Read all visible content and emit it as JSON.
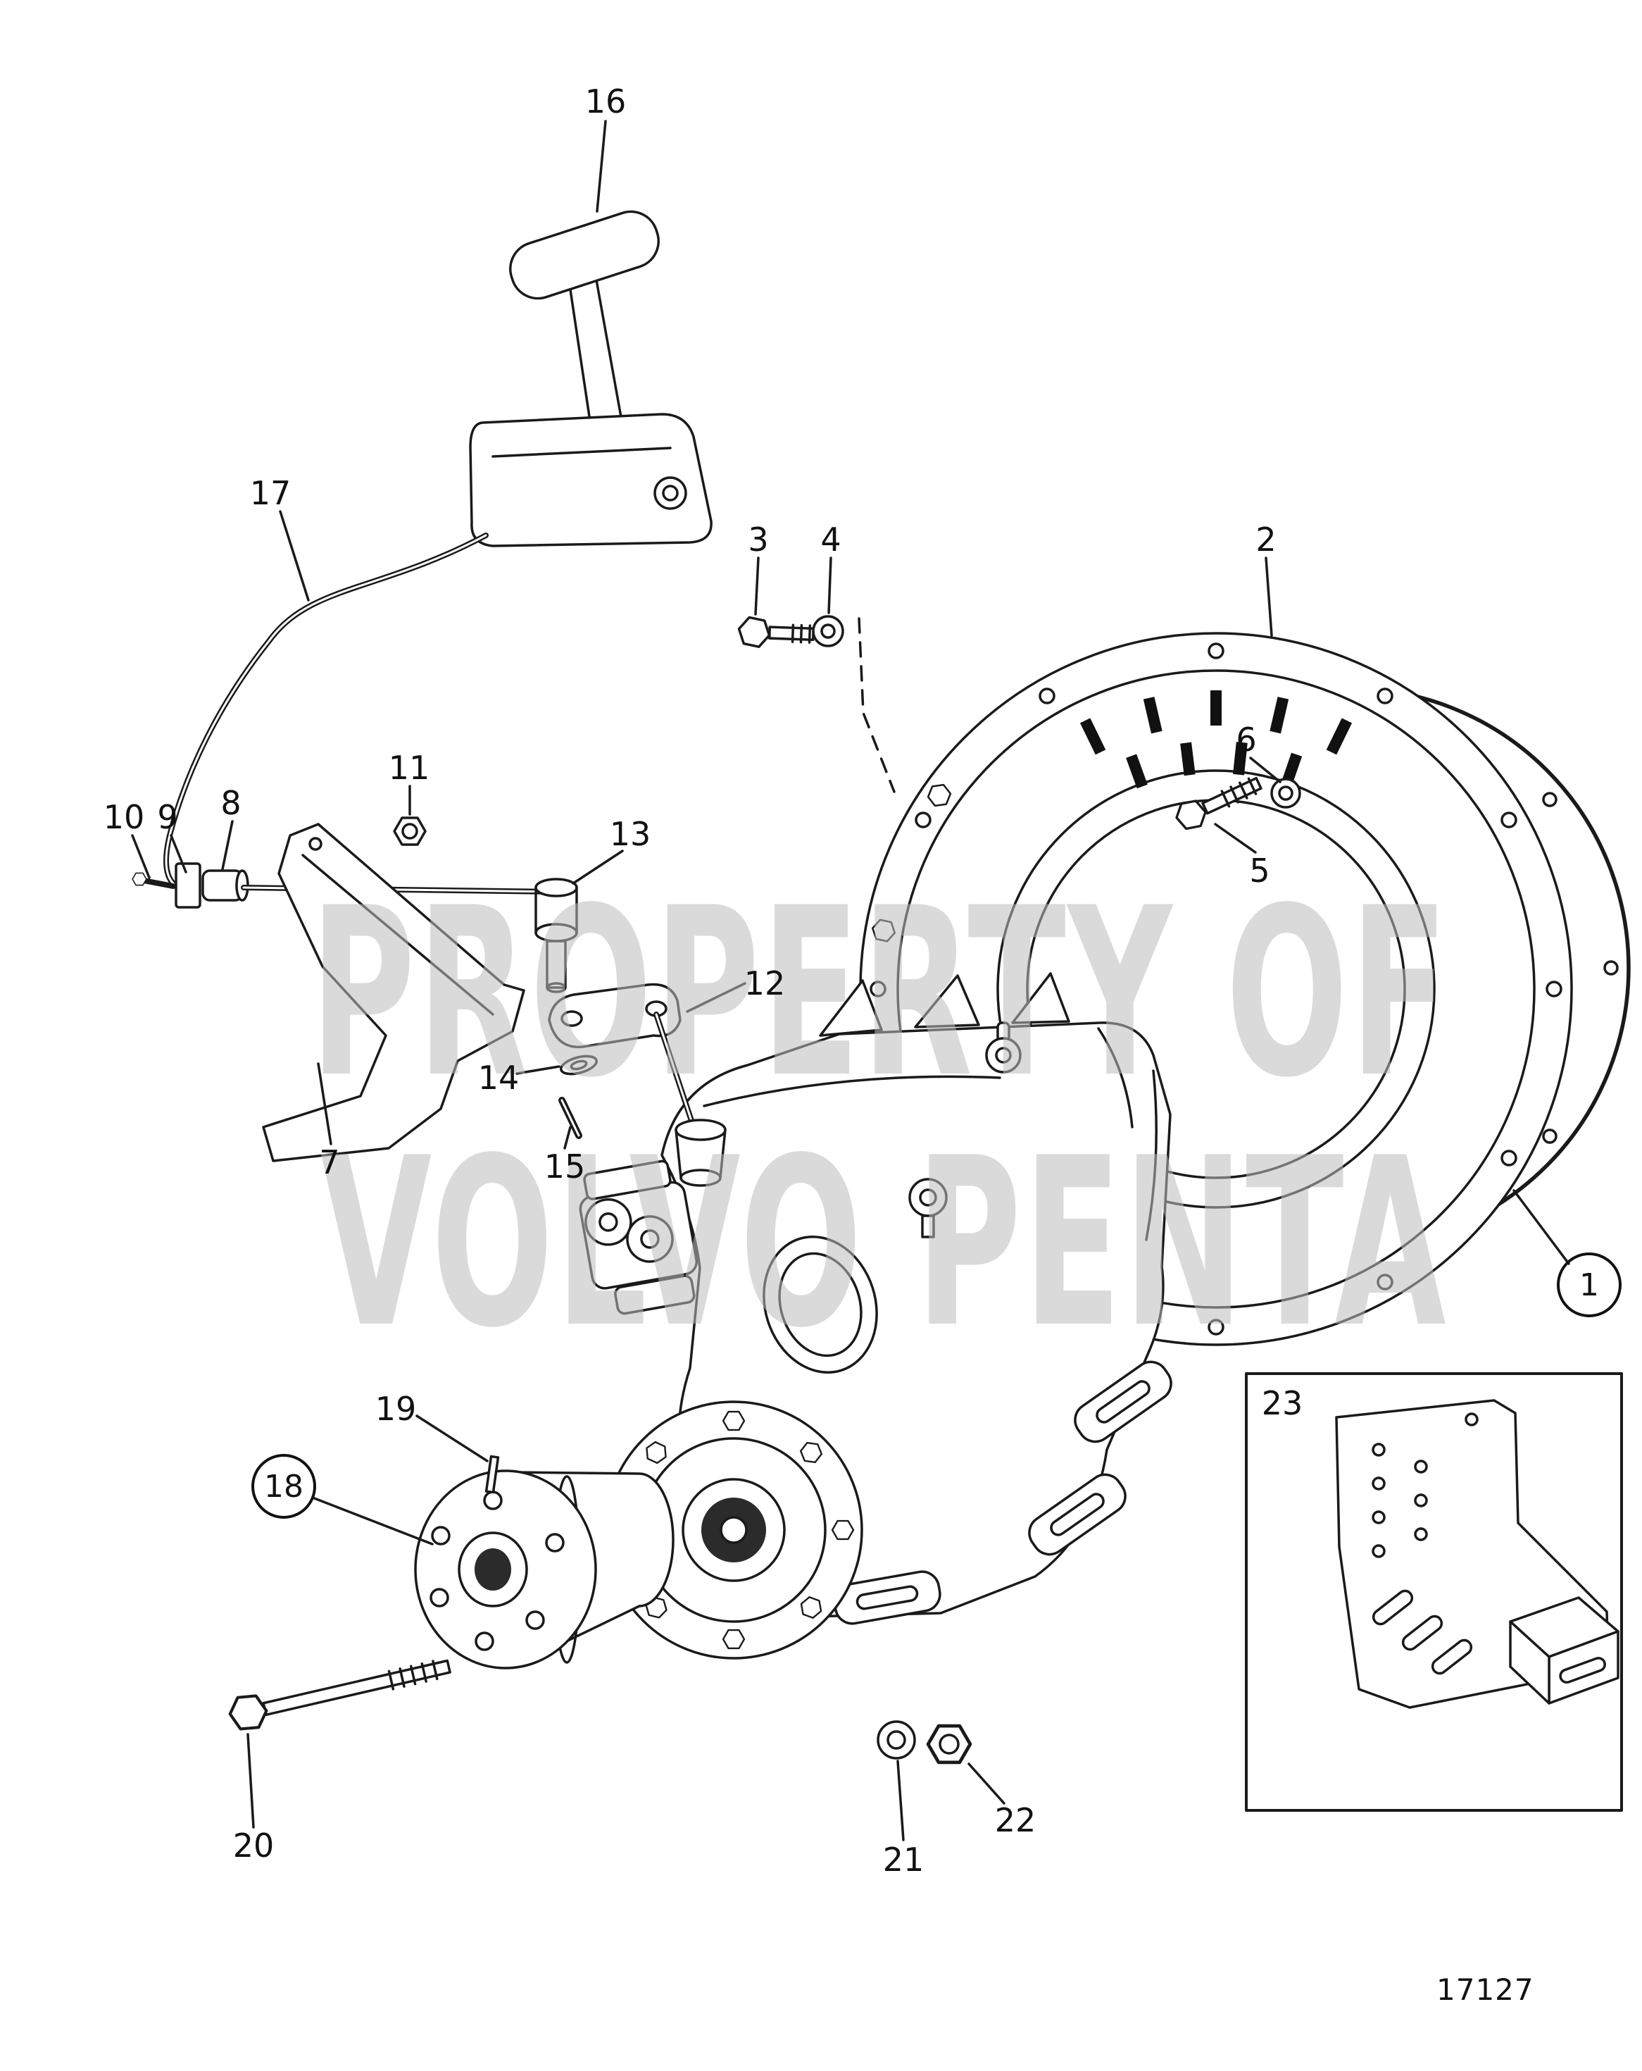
{
  "figure": {
    "number": "17127"
  },
  "watermark": {
    "line1": "PROPERTY OF",
    "line2": "VOLVO PENTA"
  },
  "callouts": [
    {
      "label": "1",
      "circled": true
    },
    {
      "label": "2",
      "circled": false
    },
    {
      "label": "3",
      "circled": false
    },
    {
      "label": "4",
      "circled": false
    },
    {
      "label": "5",
      "circled": false
    },
    {
      "label": "6",
      "circled": false
    },
    {
      "label": "7",
      "circled": false
    },
    {
      "label": "8",
      "circled": false
    },
    {
      "label": "9",
      "circled": false
    },
    {
      "label": "10",
      "circled": false
    },
    {
      "label": "11",
      "circled": false
    },
    {
      "label": "12",
      "circled": false
    },
    {
      "label": "13",
      "circled": false
    },
    {
      "label": "14",
      "circled": false
    },
    {
      "label": "15",
      "circled": false
    },
    {
      "label": "16",
      "circled": false
    },
    {
      "label": "17",
      "circled": false
    },
    {
      "label": "18",
      "circled": true
    },
    {
      "label": "19",
      "circled": false
    },
    {
      "label": "20",
      "circled": false
    },
    {
      "label": "21",
      "circled": false
    },
    {
      "label": "22",
      "circled": false
    },
    {
      "label": "23",
      "circled": false
    }
  ]
}
